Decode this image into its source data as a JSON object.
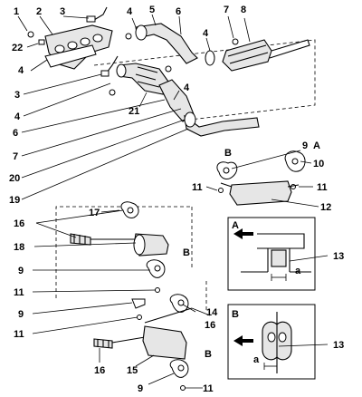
{
  "labels": {
    "n1": "1",
    "n2": "2",
    "n3a": "3",
    "n22": "22",
    "n4a": "4",
    "n3b": "3",
    "n4b": "4",
    "n6a": "6",
    "n7a": "7",
    "n20": "20",
    "n19": "19",
    "n21": "21",
    "n4c": "4",
    "n5": "5",
    "n6b": "6",
    "n4d": "4",
    "n7b": "7",
    "n8": "8",
    "n4e": "4",
    "n9a": "9",
    "n10": "10",
    "n11a": "11",
    "n11b": "11",
    "n12": "12",
    "n16a": "16",
    "n17": "17",
    "n18": "18",
    "n9b": "9",
    "n11c": "11",
    "n9c": "9",
    "n11d": "11",
    "n14": "14",
    "n16b": "16",
    "n16c": "16",
    "n15": "15",
    "n9d": "9",
    "n11e": "11",
    "n13a": "13",
    "n13b": "13"
  },
  "view_letters": {
    "a1": "A",
    "b1": "B",
    "b2": "B",
    "b3": "B",
    "inset_a": "A",
    "inset_b": "B",
    "dim_a1": "a",
    "dim_a2": "a"
  }
}
